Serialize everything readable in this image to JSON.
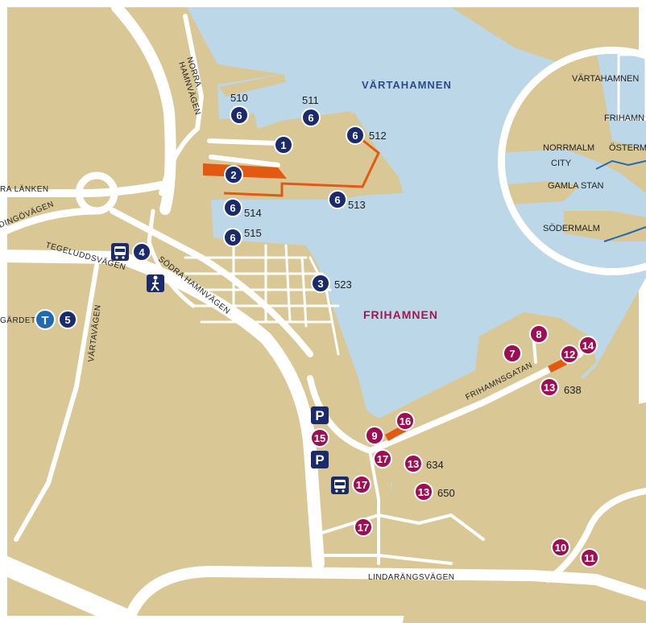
{
  "colors": {
    "land": "#d9c795",
    "water": "#bcd7e8",
    "road": "#ffffff",
    "blue_marker": "#1b2a6b",
    "magenta_marker": "#9c0f52",
    "orange": "#e25a12",
    "vartahamnen_label": "#2b4b8c",
    "frihamnen_label": "#a31651"
  },
  "areas": {
    "vartahamnen": "VÄRTAHAMNEN",
    "frihamnen": "FRIHAMNEN"
  },
  "streets": {
    "norra_hamnvagen_1": "NORRA",
    "norra_hamnvagen_2": "HAMNVÄGEN",
    "ra_lanken": "RA LÄNKEN",
    "dingovagen": "DINGÖVÄGEN",
    "tegeluddsvagen": "TEGELUDDSVÄGEN",
    "sodra_hamnvagen": "SÖDRA HAMNVÄGEN",
    "vartavagen": "VÄRTAVÄGEN",
    "gardet": "GÄRDET",
    "frihamnsgatan": "FRIHAMNSGATAN",
    "lindarangsvagen": "LINDARÄNGSVÄGEN"
  },
  "markers_blue": [
    {
      "n": "6",
      "berth": "510"
    },
    {
      "n": "6",
      "berth": "511"
    },
    {
      "n": "6",
      "berth": "512"
    },
    {
      "n": "1",
      "berth": ""
    },
    {
      "n": "2",
      "berth": ""
    },
    {
      "n": "6",
      "berth": "513"
    },
    {
      "n": "6",
      "berth": "514"
    },
    {
      "n": "6",
      "berth": "515"
    },
    {
      "n": "4",
      "berth": ""
    },
    {
      "n": "3",
      "berth": "523"
    },
    {
      "n": "5",
      "berth": ""
    }
  ],
  "markers_magenta": [
    {
      "n": "8",
      "berth": ""
    },
    {
      "n": "14",
      "berth": ""
    },
    {
      "n": "7",
      "berth": ""
    },
    {
      "n": "12",
      "berth": ""
    },
    {
      "n": "13",
      "berth": "638"
    },
    {
      "n": "16",
      "berth": ""
    },
    {
      "n": "9",
      "berth": ""
    },
    {
      "n": "15",
      "berth": ""
    },
    {
      "n": "17",
      "berth": ""
    },
    {
      "n": "13",
      "berth": "634"
    },
    {
      "n": "17",
      "berth": ""
    },
    {
      "n": "13",
      "berth": "650"
    },
    {
      "n": "17",
      "berth": ""
    },
    {
      "n": "10",
      "berth": ""
    },
    {
      "n": "11",
      "berth": ""
    }
  ],
  "symbols": {
    "parking": "P",
    "metro": "T"
  },
  "inset": {
    "labels": [
      "VÄRTAHAMNEN",
      "FRIHAMN",
      "NORRMALM",
      "ÖSTERM",
      "CITY",
      "GAMLA STAN",
      "SÖDERMALM"
    ]
  }
}
